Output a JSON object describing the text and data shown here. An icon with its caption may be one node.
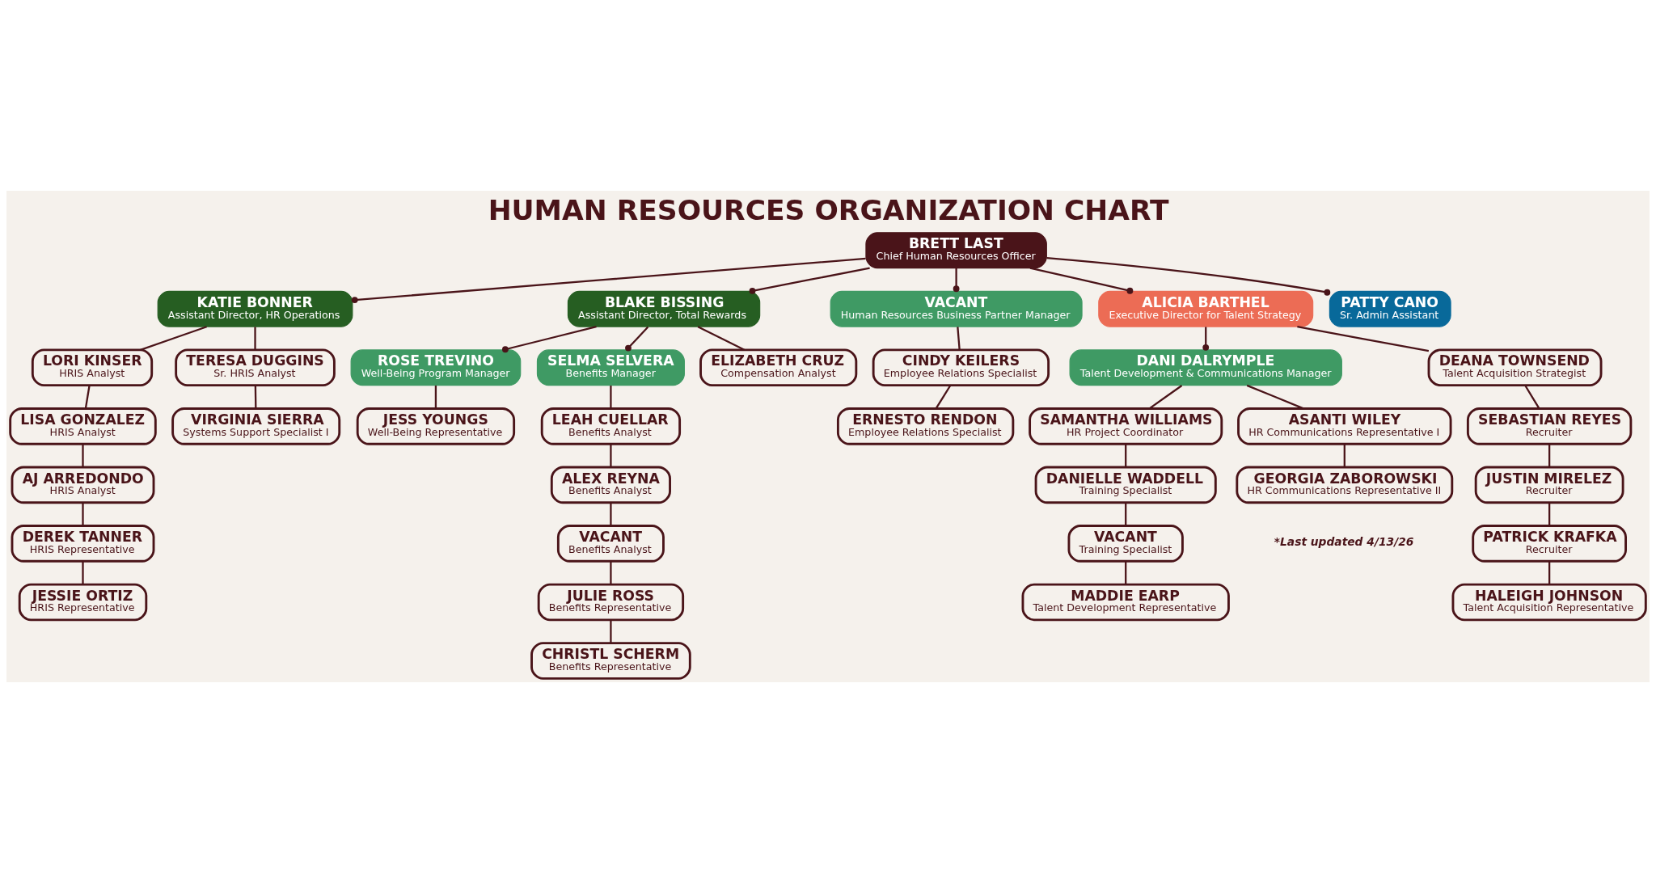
{
  "diagram": {
    "title": "HUMAN RESOURCES ORGANIZATION CHART",
    "nodes": [
      {
        "text": [
          "BRETT LAST",
          "Chief Human Resources Officer"
        ]
      },
      {
        "text": [
          "KATIE BONNER",
          "Assistant Director, HR Operations"
        ]
      },
      {
        "text": [
          "BLAKE BISSING",
          "Assistant Director, Total Rewards"
        ]
      },
      {
        "text": [
          "VACANT",
          "Human Resources Business Partner Manager"
        ]
      },
      {
        "text": [
          "ALICIA BARTHEL",
          "Executive Director for Talent Strategy"
        ]
      },
      {
        "text": [
          "PATTY CANO",
          "Sr. Admin Assistant"
        ]
      },
      {
        "text": [
          "ROSE TREVINO",
          "Well-Being Program Manager"
        ]
      },
      {
        "text": [
          "SELMA SELVERA",
          "Benefits Manager"
        ]
      },
      {
        "text": [
          "DANI DALRYMPLE",
          "Talent Development & Communications Manager"
        ]
      },
      {
        "text": [
          "LORI KINSER",
          "HRIS Analyst"
        ]
      },
      {
        "text": [
          "LISA GONZALEZ",
          "HRIS Analyst"
        ]
      },
      {
        "text": [
          "AJ ARREDONDO",
          "HRIS Analyst"
        ]
      },
      {
        "text": [
          "DEREK TANNER",
          "HRIS Representative"
        ]
      },
      {
        "text": [
          "JESSIE ORTIZ",
          "HRIS Representative"
        ]
      },
      {
        "text": [
          "TERESA DUGGINS",
          "Sr. HRIS Analyst"
        ]
      },
      {
        "text": [
          "VIRGINIA SIERRA",
          "Systems Support Specialist I"
        ]
      },
      {
        "text": [
          "JESS YOUNGS",
          "Well-Being Representative"
        ]
      },
      {
        "text": [
          "ELIZABETH CRUZ",
          "Compensation Analyst"
        ]
      },
      {
        "text": [
          "LEAH CUELLAR",
          "Benefits Analyst"
        ]
      },
      {
        "text": [
          "ALEX REYNA",
          "Benefits Analyst"
        ]
      },
      {
        "text": [
          "VACANT",
          "Benefits Analyst"
        ]
      },
      {
        "text": [
          "JULIE ROSS",
          "Benefits Representative"
        ]
      },
      {
        "text": [
          "CHRISTL SCHERM",
          "Benefits Representative"
        ]
      },
      {
        "text": [
          "CINDY KEILERS",
          "Employee Relations Specialist"
        ]
      },
      {
        "text": [
          "ERNESTO RENDON",
          "Employee Relations Specialist"
        ]
      },
      {
        "text": [
          "DEANA TOWNSEND",
          "Talent Acquisition Strategist"
        ]
      },
      {
        "text": [
          "SEBASTIAN REYES",
          "Recruiter"
        ]
      },
      {
        "text": [
          "JUSTIN MIRELEZ",
          "Recruiter"
        ]
      },
      {
        "text": [
          "PATRICK KRAFKA",
          "Recruiter"
        ]
      },
      {
        "text": [
          "HALEIGH JOHNSON",
          "Talent Acquisition Representative"
        ]
      },
      {
        "text": [
          "SAMANTHA WILLIAMS",
          "HR Project Coordinator"
        ]
      },
      {
        "text": [
          "DANIELLE WADDELL",
          "Training Specialist"
        ]
      },
      {
        "text": [
          "VACANT",
          "Training Specialist"
        ]
      },
      {
        "text": [
          "MADDIE EARP",
          "Talent Development Representative"
        ]
      },
      {
        "text": [
          "ASANTI WILEY",
          "HR Communications Representative I"
        ]
      },
      {
        "text": [
          "GEORGIA ZABOROWSKI",
          "HR Communications Representative II"
        ]
      }
    ],
    "edges": [
      {
        "from": 0,
        "to": 1,
        "arrow": "other"
      },
      {
        "from": 0,
        "to": 2,
        "arrow": "other"
      },
      {
        "from": 0,
        "to": 3,
        "arrow": "other"
      },
      {
        "from": 0,
        "to": 4,
        "arrow": "other"
      },
      {
        "from": 0,
        "to": 5,
        "arrow": "other"
      },
      {
        "from": 2,
        "to": 6,
        "arrow": "other"
      },
      {
        "from": 2,
        "to": 7,
        "arrow": "other"
      },
      {
        "from": 2,
        "to": 17,
        "arrow": "none"
      },
      {
        "from": 4,
        "to": 8,
        "arrow": "other"
      },
      {
        "from": 1,
        "to": 9,
        "arrow": "none"
      },
      {
        "from": 1,
        "to": 14,
        "arrow": "none"
      },
      {
        "from": 9,
        "to": 10,
        "arrow": "none"
      },
      {
        "from": 10,
        "to": 11,
        "arrow": "none"
      },
      {
        "from": 11,
        "to": 12,
        "arrow": "none"
      },
      {
        "from": 12,
        "to": 13,
        "arrow": "none"
      },
      {
        "from": 14,
        "to": 15,
        "arrow": "none"
      },
      {
        "from": 6,
        "to": 16,
        "arrow": "none"
      },
      {
        "from": 7,
        "to": 18,
        "arrow": "none"
      },
      {
        "from": 18,
        "to": 19,
        "arrow": "none"
      },
      {
        "from": 19,
        "to": 20,
        "arrow": "none"
      },
      {
        "from": 20,
        "to": 21,
        "arrow": "none"
      },
      {
        "from": 21,
        "to": 22,
        "arrow": "none"
      },
      {
        "from": 3,
        "to": 23,
        "arrow": "none"
      },
      {
        "from": 23,
        "to": 24,
        "arrow": "none"
      },
      {
        "from": 4,
        "to": 25,
        "arrow": "none"
      },
      {
        "from": 25,
        "to": 26,
        "arrow": "none"
      },
      {
        "from": 26,
        "to": 27,
        "arrow": "none"
      },
      {
        "from": 27,
        "to": 28,
        "arrow": "none"
      },
      {
        "from": 28,
        "to": 29,
        "arrow": "none"
      },
      {
        "from": 8,
        "to": 30,
        "arrow": "none"
      },
      {
        "from": 8,
        "to": 34,
        "arrow": "none"
      },
      {
        "from": 30,
        "to": 31,
        "arrow": "none"
      },
      {
        "from": 31,
        "to": 32,
        "arrow": "none"
      },
      {
        "from": 32,
        "to": 33,
        "arrow": "none"
      },
      {
        "from": 34,
        "to": 35,
        "arrow": "none"
      }
    ],
    "labels": [
      "*Last updated 4/13/26"
    ]
  }
}
